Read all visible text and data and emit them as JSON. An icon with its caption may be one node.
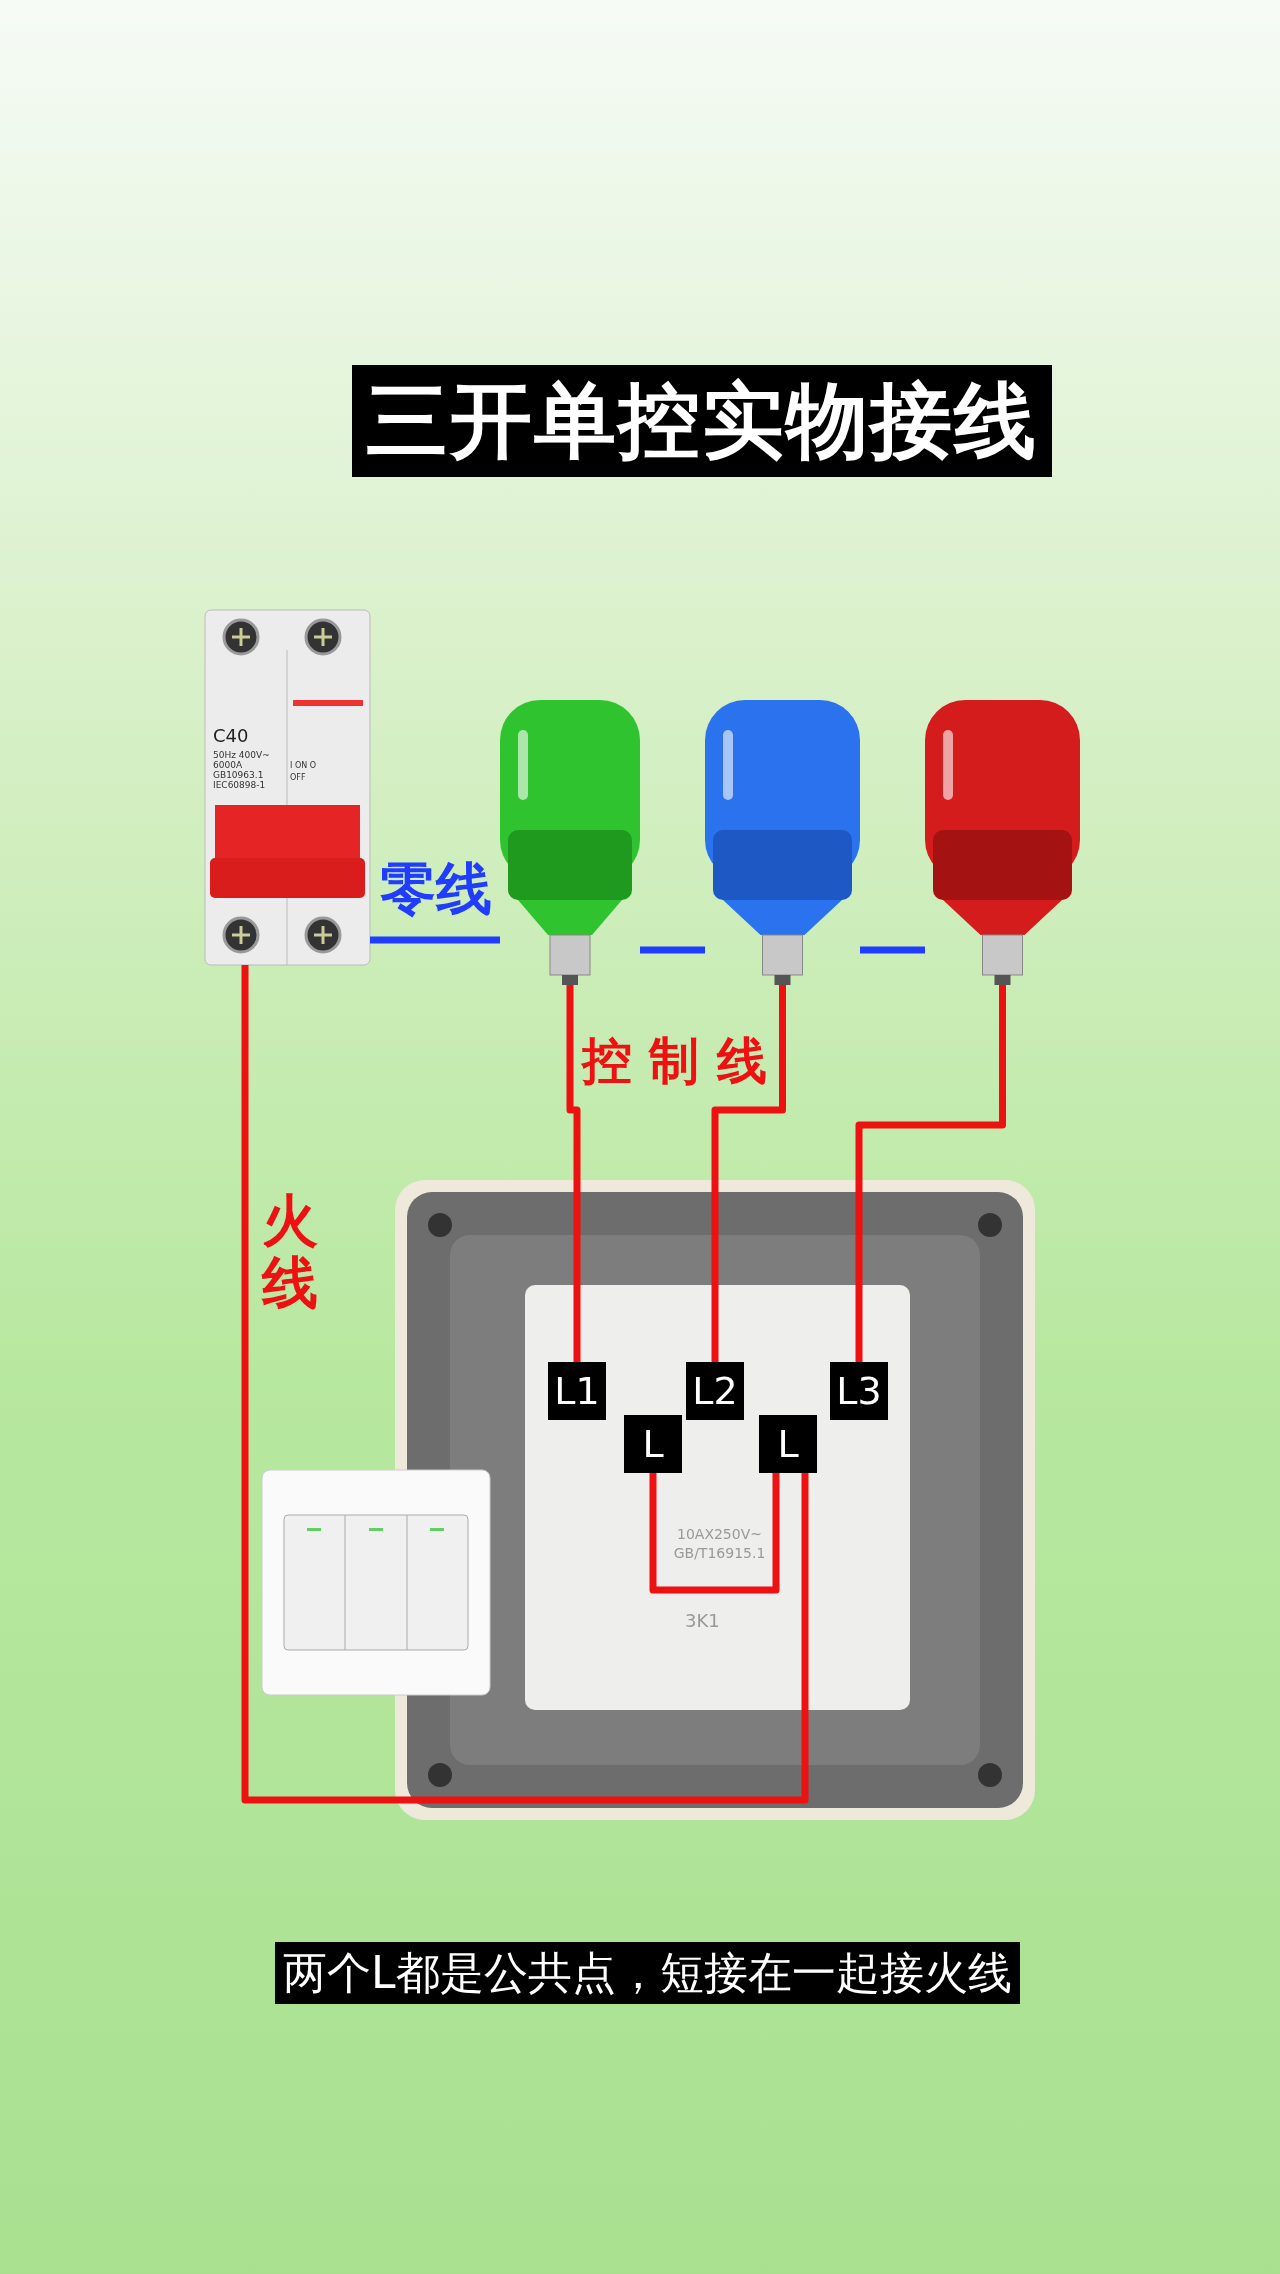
{
  "diagram": {
    "title": "三开单控实物接线",
    "caption": "两个L都是公共点，短接在一起接火线",
    "nodes": [
      {
        "text": [
          "C40",
          "50Hz 400V~ 6000A GB10963.1 IEC60898-1",
          "I ON O OFF"
        ]
      },
      {
        "text": [],
        "shape": "picture"
      },
      {
        "text": [],
        "shape": "picture"
      },
      {
        "text": [],
        "shape": "picture"
      },
      {
        "text": [
          "10AX250V~ GB/T16915.1",
          "3K1"
        ]
      },
      {
        "text": [
          "L1"
        ],
        "in": 4
      },
      {
        "text": [
          "L2"
        ],
        "in": 4
      },
      {
        "text": [
          "L3"
        ],
        "in": 4
      },
      {
        "text": [
          "L"
        ],
        "in": 4
      },
      {
        "text": [
          "L"
        ],
        "in": 4
      },
      {
        "text": [],
        "shape": "picture"
      }
    ],
    "edges": [
      {
        "from": 0,
        "to": 1,
        "arrow": "none",
        "label": "零线",
        "color": "#1f3cff"
      },
      {
        "from": 1,
        "to": 2,
        "arrow": "none",
        "color": "#1f3cff"
      },
      {
        "from": 2,
        "to": 3,
        "arrow": "none",
        "color": "#1f3cff"
      },
      {
        "from": 0,
        "to": 9,
        "arrow": "none",
        "label": "火线"
      },
      {
        "from": 8,
        "to": 9,
        "arrow": "none"
      },
      {
        "from": 1,
        "to": 5,
        "arrow": "none"
      },
      {
        "from": 2,
        "to": 6,
        "arrow": "none"
      },
      {
        "from": 3,
        "to": 7,
        "arrow": "none"
      }
    ],
    "labels": [
      "控 制 线"
    ]
  }
}
